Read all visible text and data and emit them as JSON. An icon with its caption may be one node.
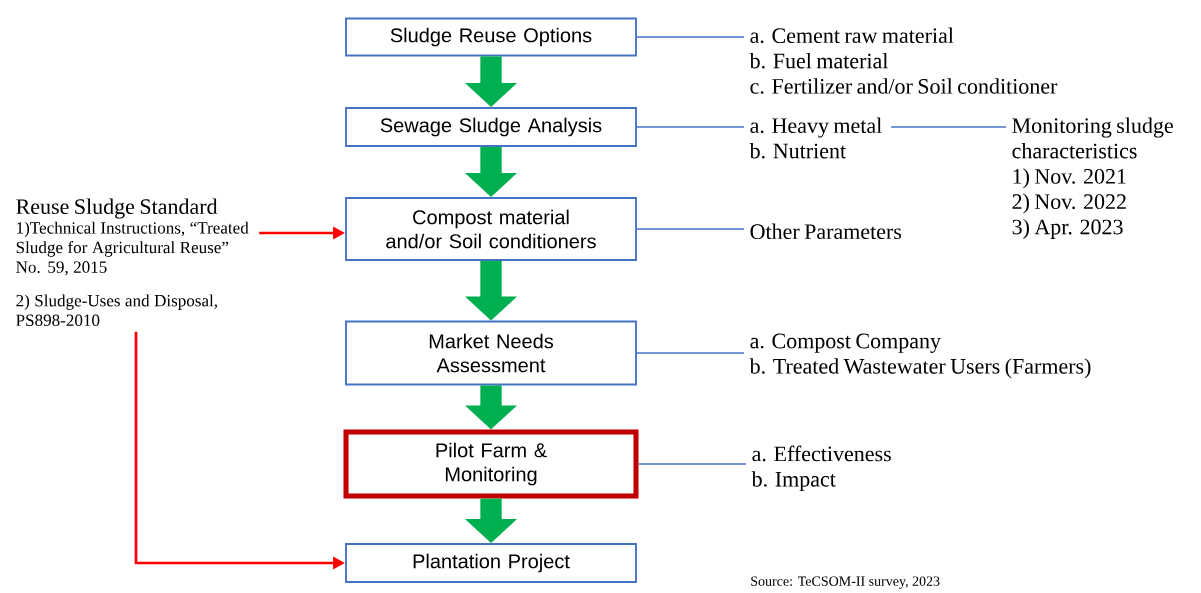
{
  "diagram": {
    "nodes": [
      {
        "text": [
          "Sludge Reuse Options"
        ]
      },
      {
        "text": [
          "Sewage Sludge Analysis"
        ]
      },
      {
        "text": [
          "Compost material and/or Soil conditioners"
        ]
      },
      {
        "text": [
          "Market Needs Assessment"
        ]
      },
      {
        "text": [
          "Pilot Farm & Monitoring"
        ]
      },
      {
        "text": [
          "Plantation Project"
        ]
      },
      {
        "text": [
          "Reuse Sludge Standard",
          "1)Technical Instructions, “Treated Sludge for Agricultural Reuse” No. 59, 2015",
          "2) Sludge-Uses and Disposal, PS898-2010"
        ]
      },
      {
        "text": [
          "a. Cement raw material",
          "b. Fuel material",
          "c. Fertilizer and/or Soil conditioner"
        ]
      },
      {
        "text": [
          "a. Heavy metal",
          "b. Nutrient"
        ]
      },
      {
        "text": [
          "Monitoring sludge characteristics",
          "1) Nov. 2021",
          "2) Nov. 2022",
          "3) Apr. 2023"
        ]
      },
      {
        "text": [
          "Other Parameters"
        ]
      },
      {
        "text": [
          "a. Compost Company",
          "b. Treated Wastewater Users (Farmers)"
        ]
      },
      {
        "text": [
          "a. Effectiveness",
          "b. Impact"
        ]
      }
    ],
    "edges": [
      {
        "from": 0,
        "to": 1,
        "arrow": "to",
        "style": "thick",
        "color": "#00b050"
      },
      {
        "from": 1,
        "to": 2,
        "arrow": "to",
        "style": "thick",
        "color": "#00b050"
      },
      {
        "from": 2,
        "to": 3,
        "arrow": "to",
        "style": "thick",
        "color": "#00b050"
      },
      {
        "from": 3,
        "to": 4,
        "arrow": "to",
        "style": "thick",
        "color": "#00b050"
      },
      {
        "from": 4,
        "to": 5,
        "arrow": "to",
        "style": "thick",
        "color": "#00b050"
      },
      {
        "from": 6,
        "to": 2,
        "arrow": "to",
        "color": "#ff0000"
      },
      {
        "from": 6,
        "to": 5,
        "arrow": "to",
        "color": "#ff0000"
      },
      {
        "from": 0,
        "to": 7,
        "arrow": "none"
      },
      {
        "from": 1,
        "to": 8,
        "arrow": "none"
      },
      {
        "from": 8,
        "to": 9,
        "arrow": "none"
      },
      {
        "from": 2,
        "to": 10,
        "arrow": "none"
      },
      {
        "from": 3,
        "to": 11,
        "arrow": "none"
      },
      {
        "from": 4,
        "to": 12,
        "arrow": "none"
      }
    ],
    "labels": [
      "Source: TeCSOM-II survey, 2023"
    ]
  }
}
